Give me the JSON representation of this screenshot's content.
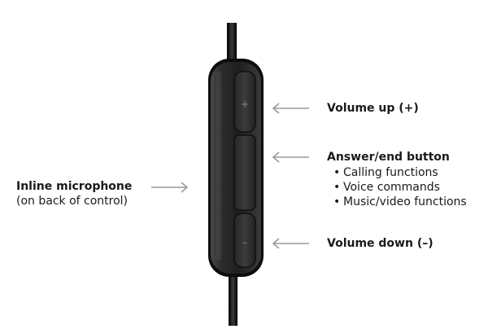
{
  "labels": {
    "volume_up": "Volume up (+)",
    "answer_end": "Answer/end button",
    "answer_features": [
      "Calling functions",
      "Voice commands",
      "Music/video functions"
    ],
    "volume_down": "Volume down (–)",
    "mic_title": "Inline microphone",
    "mic_sub": "(on back of control)"
  },
  "control_symbols": {
    "plus": "+",
    "minus": "–"
  },
  "colors": {
    "arrow": "#9a9a9a",
    "remote_body": "#2b2b2b",
    "remote_edge": "#0f0f0f",
    "cable": "#1a1a1a",
    "text": "#1a1a1a"
  }
}
